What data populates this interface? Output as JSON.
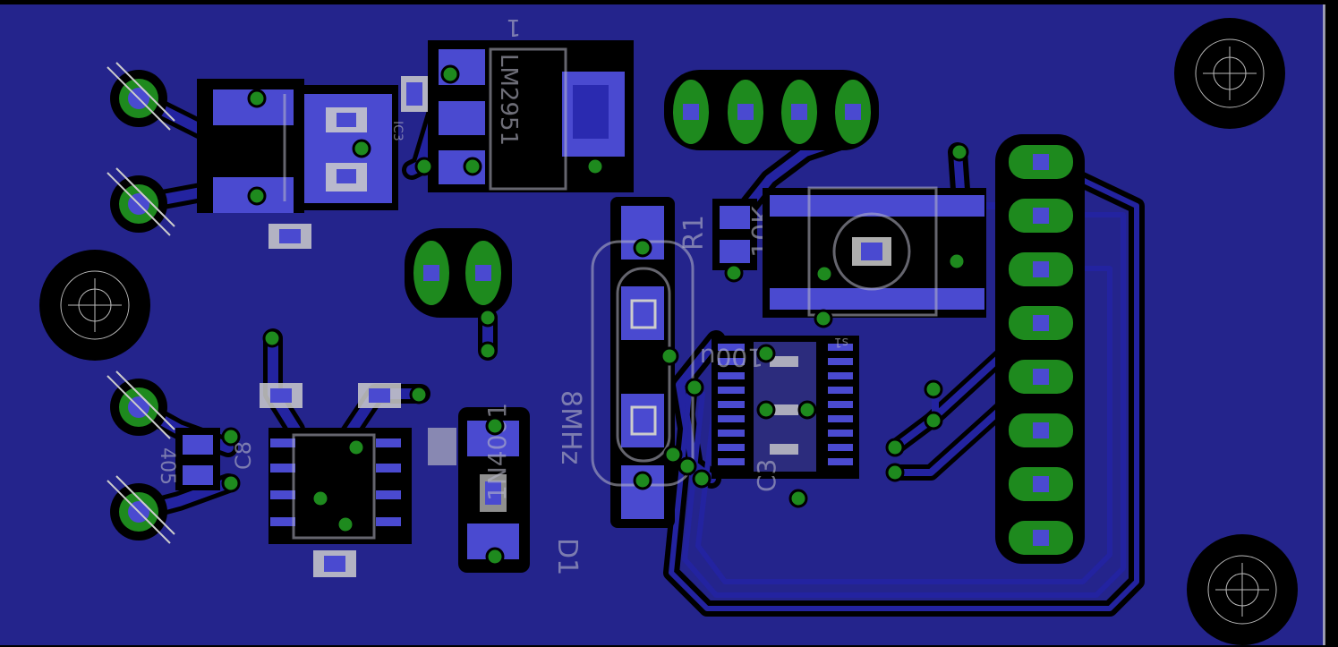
{
  "board": {
    "background": "#000000",
    "copper_fill": "#24248c",
    "trace_color": "#2323a0",
    "pad_color": "#4a4ad0",
    "via_color": "#1e8a1e",
    "silk_color": "#b8b8c8"
  },
  "labels": {
    "c8": "C8",
    "cap_405": "405",
    "c3": "C3",
    "val_100u": "100u",
    "r1": "R1",
    "val_10k": "10K",
    "d1": "D1",
    "val_1n4001": "1N4001",
    "crystal_8mhz": "8MHz",
    "s1": "s1",
    "ic_label_a": "IC3",
    "top_flip_label": "1"
  },
  "headers": {
    "top_pins": 4,
    "right_pins": 8,
    "left_mid_pins": 2
  }
}
